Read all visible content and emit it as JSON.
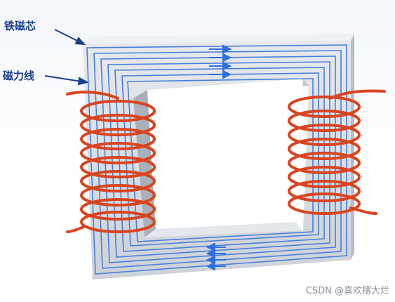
{
  "labels": {
    "core": "铁磁芯",
    "flux_lines": "磁力线"
  },
  "watermark": "CSDN @喜欢摆大烂",
  "colors": {
    "core_face": "#d9dde3",
    "core_side": "#b9bfc8",
    "flux_line": "#4a7fd8",
    "arrow": "#2f6fe0",
    "coil": "#d9441f",
    "label_text": "#1a3f8f"
  },
  "flux_arrows": {
    "top_count": 4,
    "top_direction": "right",
    "bottom_count": 4,
    "bottom_direction": "left"
  },
  "coils": {
    "left_turns": 9,
    "right_turns": 8
  }
}
